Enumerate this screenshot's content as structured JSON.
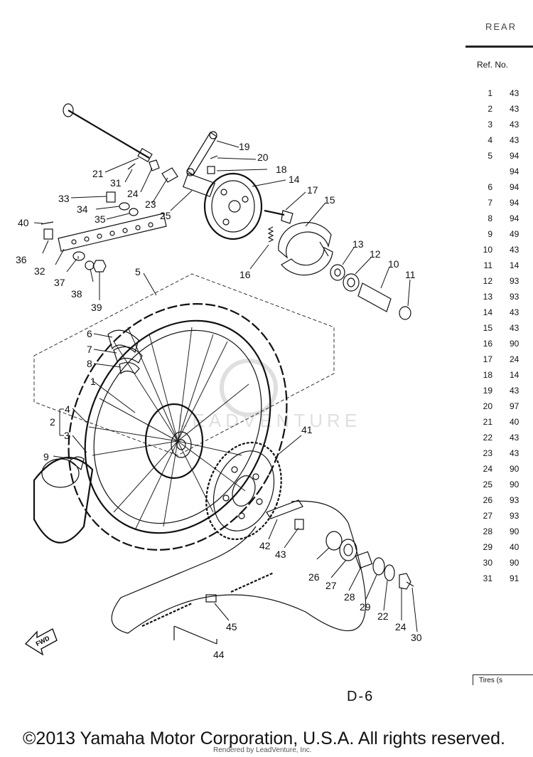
{
  "table": {
    "title": "REAR",
    "header": "Ref. No.",
    "rows": [
      {
        "ref": "1",
        "part": "43"
      },
      {
        "ref": "2",
        "part": "43"
      },
      {
        "ref": "3",
        "part": "43"
      },
      {
        "ref": "4",
        "part": "43"
      },
      {
        "ref": "5",
        "part": "94"
      },
      {
        "ref": "",
        "part": "94"
      },
      {
        "ref": "6",
        "part": "94"
      },
      {
        "ref": "7",
        "part": "94"
      },
      {
        "ref": "8",
        "part": "94"
      },
      {
        "ref": "9",
        "part": "49"
      },
      {
        "ref": "10",
        "part": "43"
      },
      {
        "ref": "11",
        "part": "14"
      },
      {
        "ref": "12",
        "part": "93"
      },
      {
        "ref": "13",
        "part": "93"
      },
      {
        "ref": "14",
        "part": "43"
      },
      {
        "ref": "15",
        "part": "43"
      },
      {
        "ref": "16",
        "part": "90"
      },
      {
        "ref": "17",
        "part": "24"
      },
      {
        "ref": "18",
        "part": "14"
      },
      {
        "ref": "19",
        "part": "43"
      },
      {
        "ref": "20",
        "part": "97"
      },
      {
        "ref": "21",
        "part": "40"
      },
      {
        "ref": "22",
        "part": "43"
      },
      {
        "ref": "23",
        "part": "43"
      },
      {
        "ref": "24",
        "part": "90"
      },
      {
        "ref": "25",
        "part": "90"
      },
      {
        "ref": "26",
        "part": "93"
      },
      {
        "ref": "27",
        "part": "93"
      },
      {
        "ref": "28",
        "part": "90"
      },
      {
        "ref": "29",
        "part": "40"
      },
      {
        "ref": "30",
        "part": "90"
      },
      {
        "ref": "31",
        "part": "91"
      }
    ],
    "tires_note": "Tires (s"
  },
  "callouts": {
    "c1": "1",
    "c2": "2",
    "c3": "3",
    "c4": "4",
    "c5": "5",
    "c6": "6",
    "c7": "7",
    "c8": "8",
    "c9": "9",
    "c10": "10",
    "c11": "11",
    "c12": "12",
    "c13": "13",
    "c14": "14",
    "c15": "15",
    "c16": "16",
    "c17": "17",
    "c18": "18",
    "c19": "19",
    "c20": "20",
    "c21": "21",
    "c22": "22",
    "c23": "23",
    "c24": "24",
    "c24b": "24",
    "c25": "25",
    "c26": "26",
    "c27": "27",
    "c28": "28",
    "c29": "29",
    "c30": "30",
    "c31": "31",
    "c32": "32",
    "c33": "33",
    "c34": "34",
    "c35": "35",
    "c36": "36",
    "c37": "37",
    "c38": "38",
    "c39": "39",
    "c40": "40",
    "c41": "41",
    "c42": "42",
    "c43": "43",
    "c44": "44",
    "c45": "45"
  },
  "fwd_label": "FWD",
  "page_label": "D-6",
  "watermark": "LEADVENTURE",
  "copyright": "©2013 Yamaha Motor Corporation, U.S.A. All rights reserved.",
  "rendered_by": "Rendered by LeadVenture, Inc."
}
